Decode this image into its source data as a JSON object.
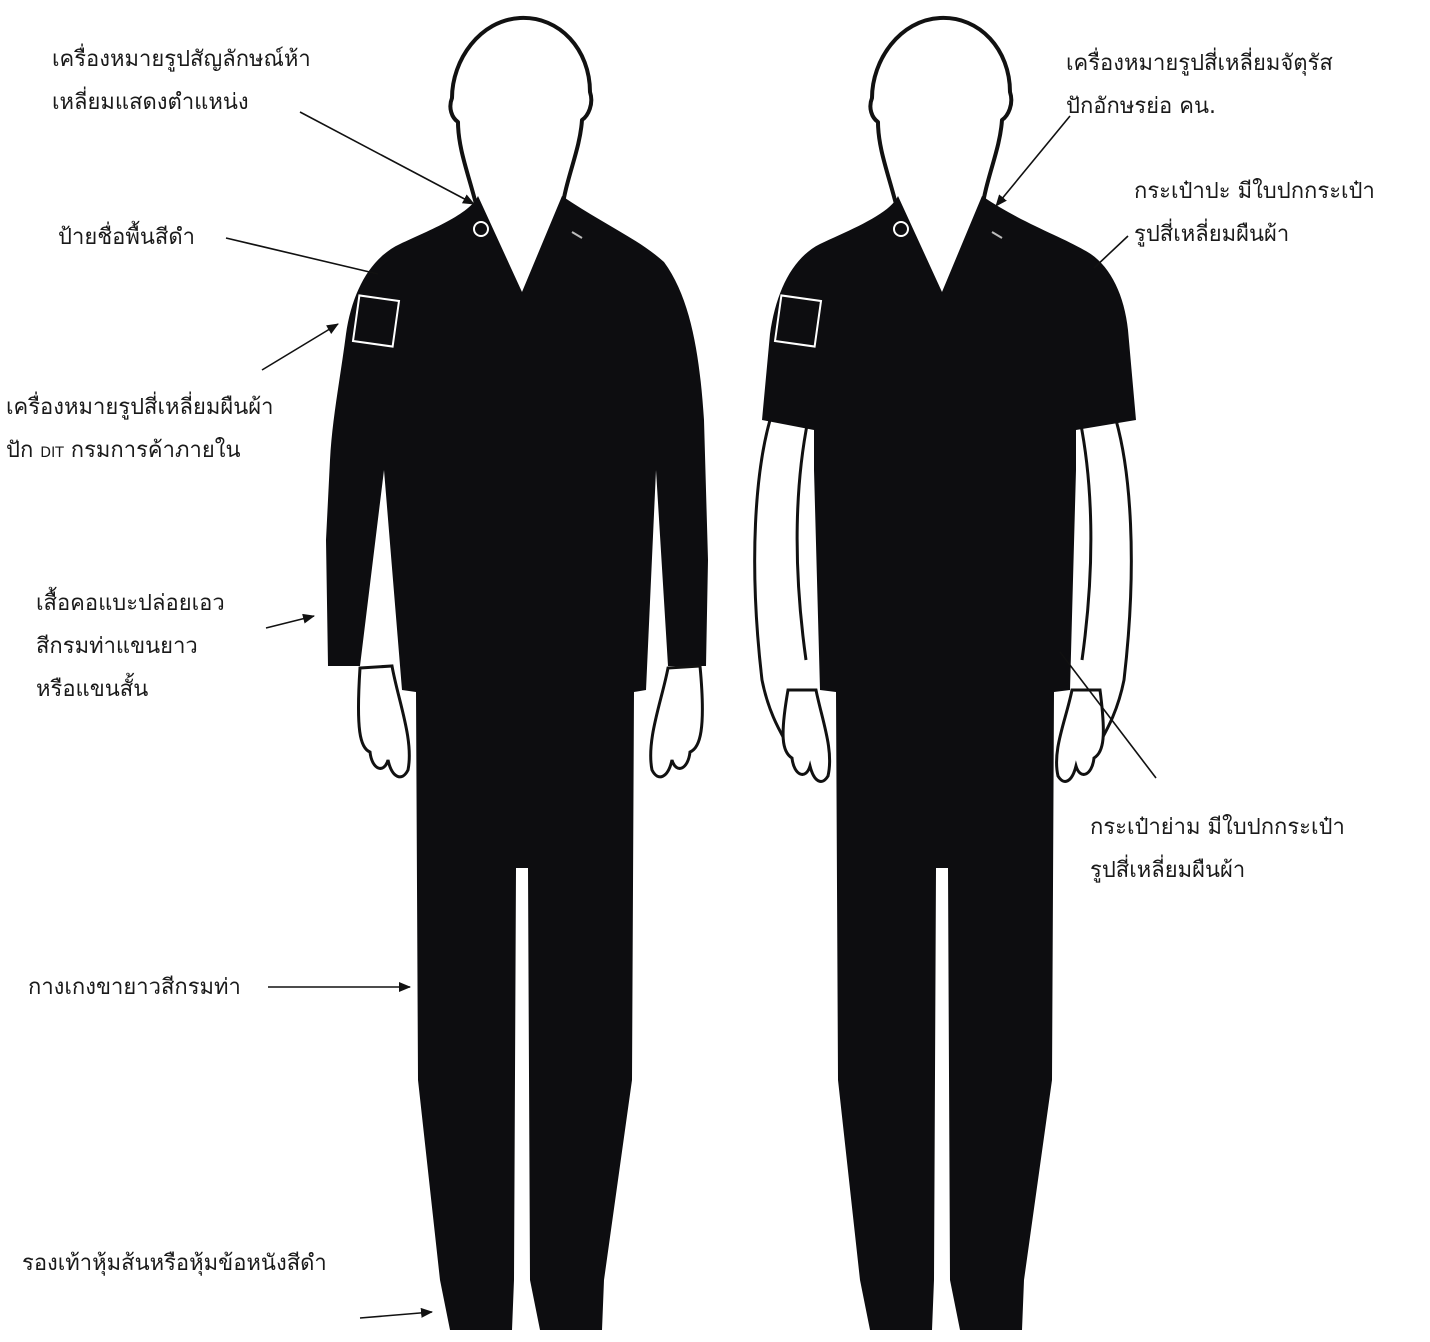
{
  "labels": {
    "star_badge": [
      "เครื่องหมายรูปสัญลักษณ์ห้า",
      "เหลี่ยมแสดงตำแหน่ง"
    ],
    "name_tag": "ป้ายชื่อพื้นสีดำ",
    "sleeve_badge": {
      "line1": "เครื่องหมายรูปสี่เหลี่ยมผืนผ้า",
      "line2_prefix": "ปัก",
      "line2_code": "DIT",
      "line2_suffix": "กรมการค้าภายใน"
    },
    "shirt": [
      "เสื้อคอแบะปล่อยเอว",
      "สีกรมท่าแขนยาว",
      "หรือแขนสั้น"
    ],
    "trousers": "กางเกงขายาวสีกรมท่า",
    "shoes": "รองเท้าหุ้มส้นหรือหุ้มข้อหนังสีดำ",
    "square_badge": [
      "เครื่องหมายรูปสี่เหลี่ยมจัตุรัส",
      "ปักอักษรย่อ คน."
    ],
    "patch_pocket": [
      "กระเป๋าปะ มีใบปกกระเป๋า",
      "รูปสี่เหลี่ยมผืนผ้า"
    ],
    "side_pocket": [
      "กระเป๋าย่าม มีใบปกกระเป๋า",
      "รูปสี่เหลี่ยมผืนผ้า"
    ]
  },
  "colors": {
    "uniform": "#0d0d10",
    "outline": "#111111",
    "background": "#ffffff",
    "text": "#1a1a1a"
  }
}
